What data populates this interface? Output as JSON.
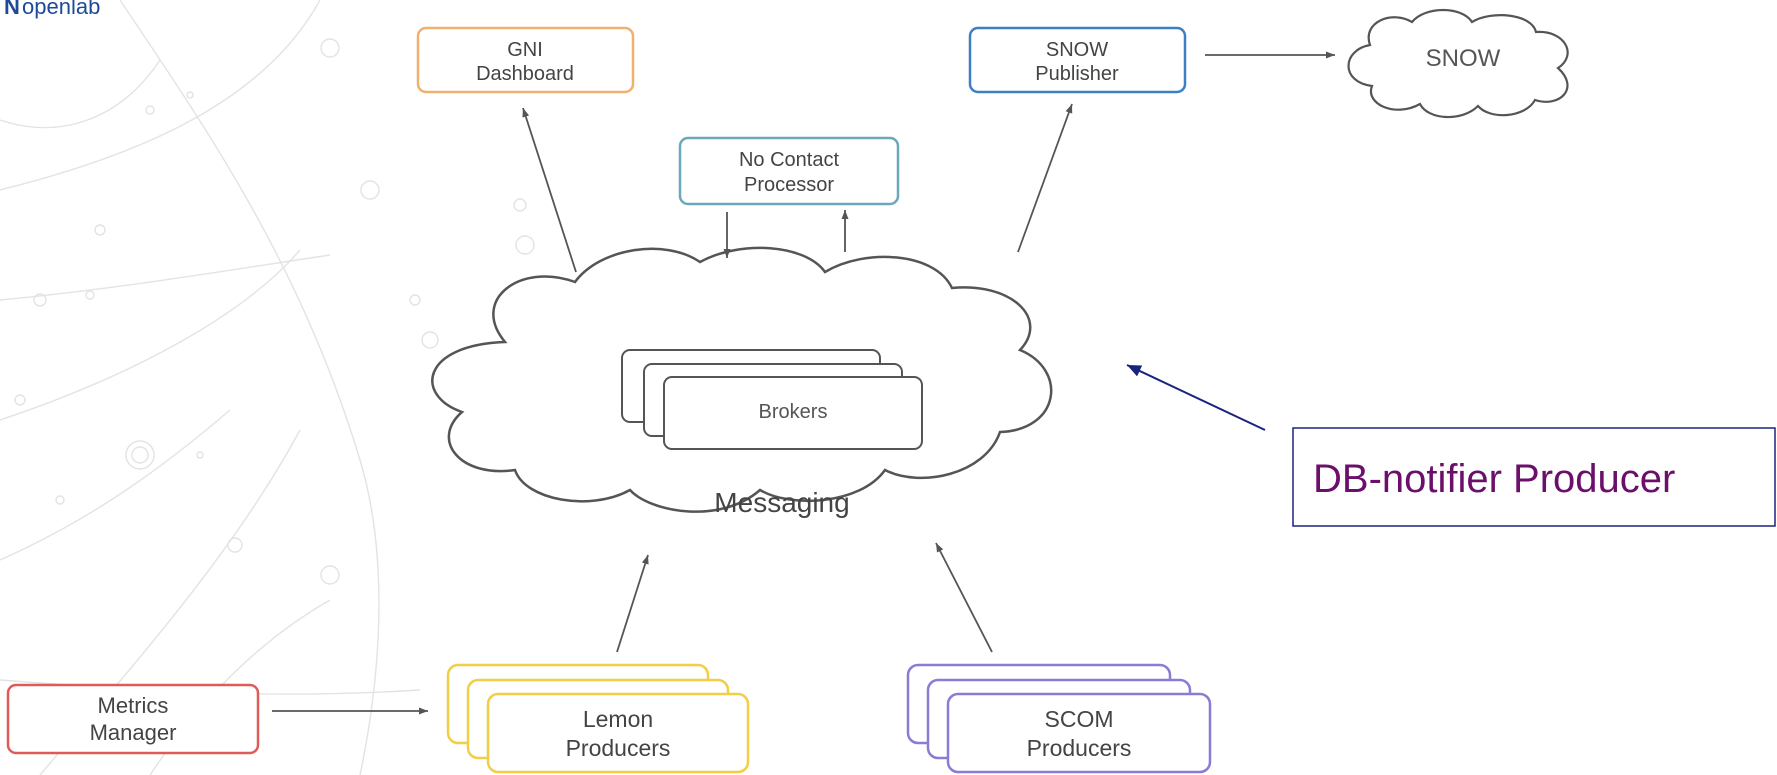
{
  "logo": {
    "mark": "N",
    "text": "openlab"
  },
  "nodes": {
    "gni": {
      "line1": "GNI",
      "line2": "Dashboard",
      "color": "#f0b070"
    },
    "snow_publisher": {
      "line1": "SNOW",
      "line2": "Publisher",
      "color": "#3c7fc4"
    },
    "snow_cloud": {
      "label": "SNOW"
    },
    "no_contact": {
      "line1": "No Contact",
      "line2": "Processor",
      "color": "#6aa8ba"
    },
    "brokers": {
      "label": "Brokers"
    },
    "messaging": {
      "label": "Messaging"
    },
    "db_notifier": {
      "label": "DB-notifier Producer",
      "color": "#6b0f6b",
      "arrow_color": "#1a237e"
    },
    "metrics_manager": {
      "line1": "Metrics",
      "line2": "Manager",
      "color": "#e05a5a"
    },
    "lemon": {
      "line1": "Lemon",
      "line2": "Producers",
      "color": "#f0cf46"
    },
    "scom": {
      "line1": "SCOM",
      "line2": "Producers",
      "color": "#8c7ad4"
    }
  },
  "colors": {
    "logo_blue": "#1f4a97",
    "arrow_gray": "#555555",
    "cloud_stroke": "#555555",
    "box_text": "#444444"
  }
}
